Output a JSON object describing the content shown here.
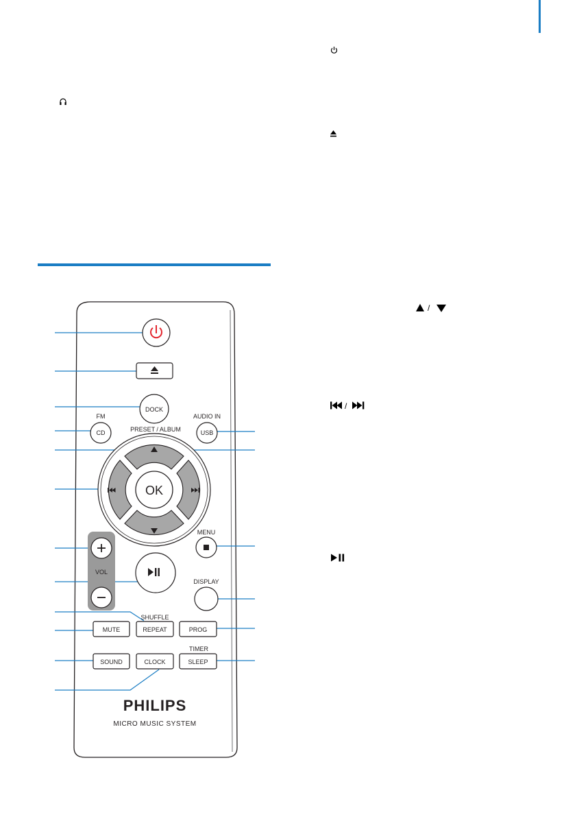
{
  "colors": {
    "accent": "#1a7dc4",
    "callout_line": "#1a7dc4",
    "power_symbol": "#e3262e",
    "dpad_fill": "#a7a7a7",
    "vol_strip": "#9a9a9a"
  },
  "icons": {
    "headphone": "headphone-icon",
    "power": "power-icon",
    "eject": "eject-icon",
    "up_down": "up-down-arrows-icon",
    "skip": "skip-prev-next-icon",
    "play_pause": "play-pause-icon"
  },
  "remote": {
    "buttons": {
      "dock": "DOCK",
      "fm": "FM",
      "cd": "CD",
      "audio_in": "AUDIO IN",
      "usb": "USB",
      "preset_album": "PRESET / ALBUM",
      "ok": "OK",
      "menu": "MENU",
      "vol": "VOL",
      "display": "DISPLAY",
      "shuffle": "SHUFFLE",
      "mute": "MUTE",
      "repeat": "REPEAT",
      "prog": "PROG",
      "timer": "TIMER",
      "sound": "SOUND",
      "clock": "CLOCK",
      "sleep": "SLEEP"
    },
    "brand": "PHILIPS",
    "model": "MICRO MUSIC SYSTEM"
  }
}
